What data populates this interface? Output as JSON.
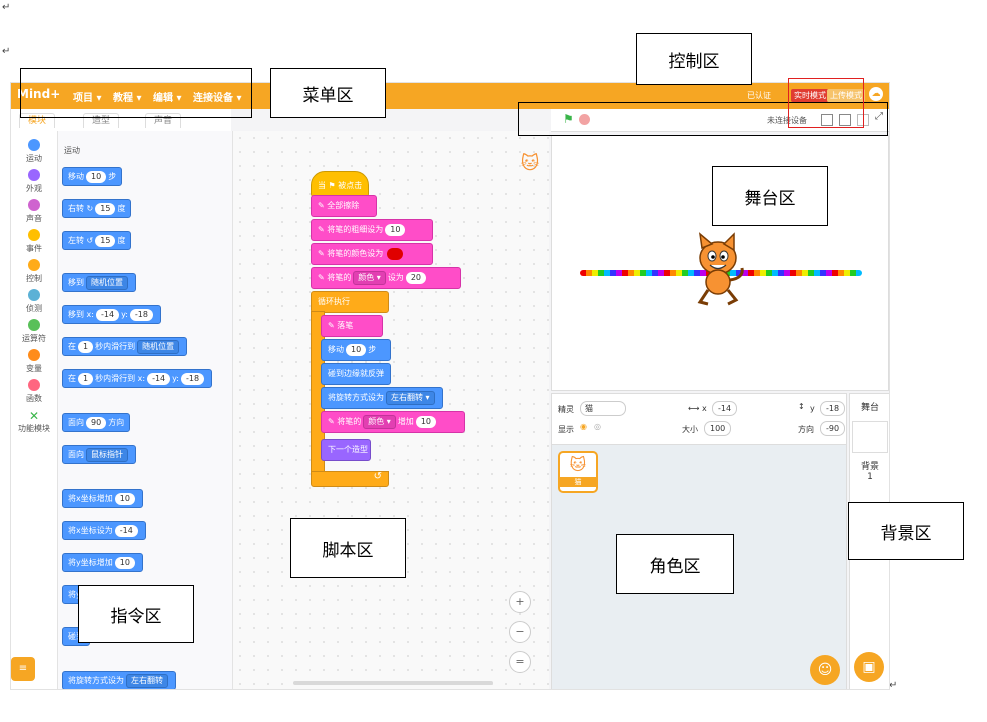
{
  "para_mark": "↵",
  "app": {
    "logo": "Mind+",
    "menu": [
      "项目 ▾",
      "教程 ▾",
      "编辑 ▾",
      "连接设备 ▾"
    ],
    "mode_online": "实时模式",
    "mode_upload": "上传模式",
    "user_text": "已认证",
    "tabs": [
      "模块",
      "造型",
      "声音"
    ],
    "categories": [
      {
        "label": "运动",
        "color": "#4c97ff"
      },
      {
        "label": "外观",
        "color": "#9966ff"
      },
      {
        "label": "声音",
        "color": "#cf63cf"
      },
      {
        "label": "事件",
        "color": "#ffbf00"
      },
      {
        "label": "控制",
        "color": "#ffab19"
      },
      {
        "label": "侦测",
        "color": "#5cb1d6"
      },
      {
        "label": "运算符",
        "color": "#59c059"
      },
      {
        "label": "变量",
        "color": "#ff8c1a"
      },
      {
        "label": "函数",
        "color": "#ff6680"
      },
      {
        "label": "功能模块",
        "color": "#3ab54a"
      }
    ],
    "palette": {
      "section_title": "运动",
      "blocks": {
        "move": {
          "pre": "移动",
          "v": "10",
          "post": "步"
        },
        "turn_right": {
          "pre": "右转 ↻",
          "v": "15",
          "post": "度"
        },
        "turn_left": {
          "pre": "左转 ↺",
          "v": "15",
          "post": "度"
        },
        "goto": {
          "pre": "移到",
          "d": "随机位置"
        },
        "goto_xy": {
          "pre": "移到 x:",
          "x": "-14",
          "mid": "y:",
          "y": "-18"
        },
        "glide": {
          "pre": "在",
          "v": "1",
          "mid": "秒内滑行到",
          "d": "随机位置"
        },
        "glide_xy": {
          "pre": "在",
          "v": "1",
          "mid": "秒内滑行到 x:",
          "x": "-14",
          "mid2": "y:",
          "y": "-18"
        },
        "point_dir": {
          "pre": "面向",
          "v": "90",
          "post": "方向"
        },
        "point_towards": {
          "pre": "面向",
          "d": "鼠标指针"
        },
        "change_x": {
          "pre": "将x坐标增加",
          "v": "10"
        },
        "set_x": {
          "pre": "将x坐标设为",
          "v": "-14"
        },
        "change_y": {
          "pre": "将y坐标增加",
          "v": "10"
        },
        "cut1": "将y",
        "cut2": "碰到",
        "rotation": {
          "pre": "将旋转方式设为",
          "d": "左右翻转"
        }
      }
    },
    "script": {
      "hat": "当 ⚑ 被点击",
      "clear": "全部擦除",
      "pen_size": {
        "pre": "将笔的粗细设为",
        "v": "10"
      },
      "pen_color": {
        "pre": "将笔的颜色设为"
      },
      "pen_param": {
        "pre": "将笔的",
        "d": "颜色 ▾",
        "mid": "设为",
        "v": "20"
      },
      "forever": "循环执行",
      "pen_down": "落笔",
      "move": {
        "pre": "移动",
        "v": "10",
        "post": "步"
      },
      "bounce": "碰到边缘就反弹",
      "rotate": {
        "pre": "将旋转方式设为",
        "d": "左右翻转 ▾"
      },
      "pen_change": {
        "pre": "将笔的",
        "d": "颜色 ▾",
        "mid": "增加",
        "v": "10"
      },
      "next_costume": "下一个造型"
    },
    "zoom": [
      "+",
      "−",
      "="
    ],
    "control": {
      "status": "未连接设备"
    },
    "sprite_info": {
      "sprite_label": "精灵",
      "sprite_name": "猫",
      "x_label": "x",
      "x": "-14",
      "y_label": "y",
      "y": "-18",
      "show_label": "显示",
      "size_label": "大小",
      "size": "100",
      "direction_label": "方向",
      "direction": "-90"
    },
    "sprite_thumb": "猫",
    "stage_panel": {
      "title": "舞台",
      "bg_label": "背景",
      "bg_count": "1"
    }
  },
  "annotations": {
    "menu_area": "菜单区",
    "control_area": "控制区",
    "stage_area": "舞台区",
    "script_area": "脚本区",
    "sprite_area": "角色区",
    "background_area": "背景区",
    "palette_area": "指令区"
  },
  "colors": {
    "menu": "#f6a623",
    "pen_line": "rainbow",
    "cat": "#f79232"
  }
}
